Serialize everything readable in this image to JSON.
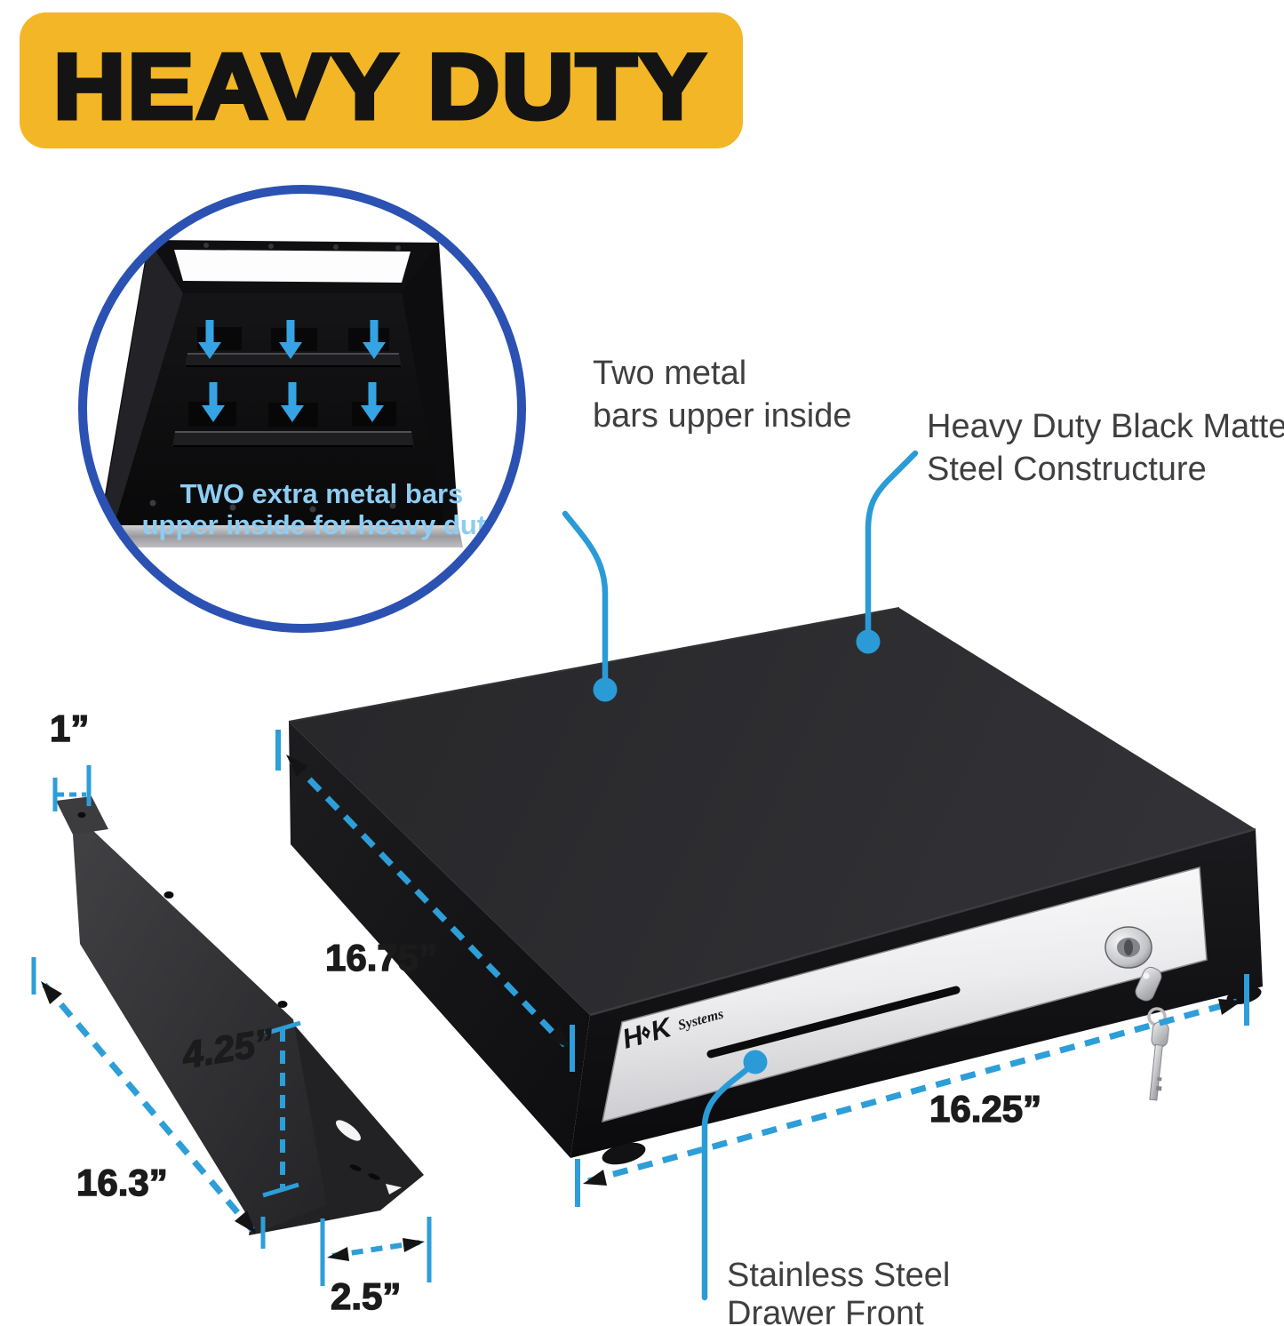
{
  "banner": {
    "title": "HEAVY DUTY",
    "bg_color": "#F2B626",
    "text_color": "#141414"
  },
  "inset": {
    "caption_line1": "TWO extra metal bars",
    "caption_line2": "upper inside for heavy duty",
    "caption_color": "#8ECDF3",
    "ring_color": "#2B52B2",
    "arrow_icon": "down-arrow",
    "arrow_color": "#35A3E4",
    "arrow_count": 6
  },
  "callouts": {
    "line_color": "#2B9BD7",
    "metal_bars": {
      "line1": "Two metal",
      "line2": "bars upper inside"
    },
    "construction": {
      "line1": "Heavy Duty Black Matte",
      "line2": "Steel Constructure"
    },
    "front_panel": {
      "line1": "Stainless Steel",
      "line2": "Drawer Front"
    }
  },
  "dimensions": {
    "line_color": "#2D9ED8",
    "arrowhead_color": "#141414",
    "flange_width": "1”",
    "drawer_depth": "16.75”",
    "bracket_height": "4.25”",
    "bracket_length": "16.3”",
    "flange_depth": "2.5”",
    "drawer_width": "16.25”"
  },
  "product": {
    "brand_left": "H",
    "brand_right": "K",
    "brand_suffix": "Systems",
    "body_color": "#29292B",
    "panel_color": "#EFEFF1"
  }
}
